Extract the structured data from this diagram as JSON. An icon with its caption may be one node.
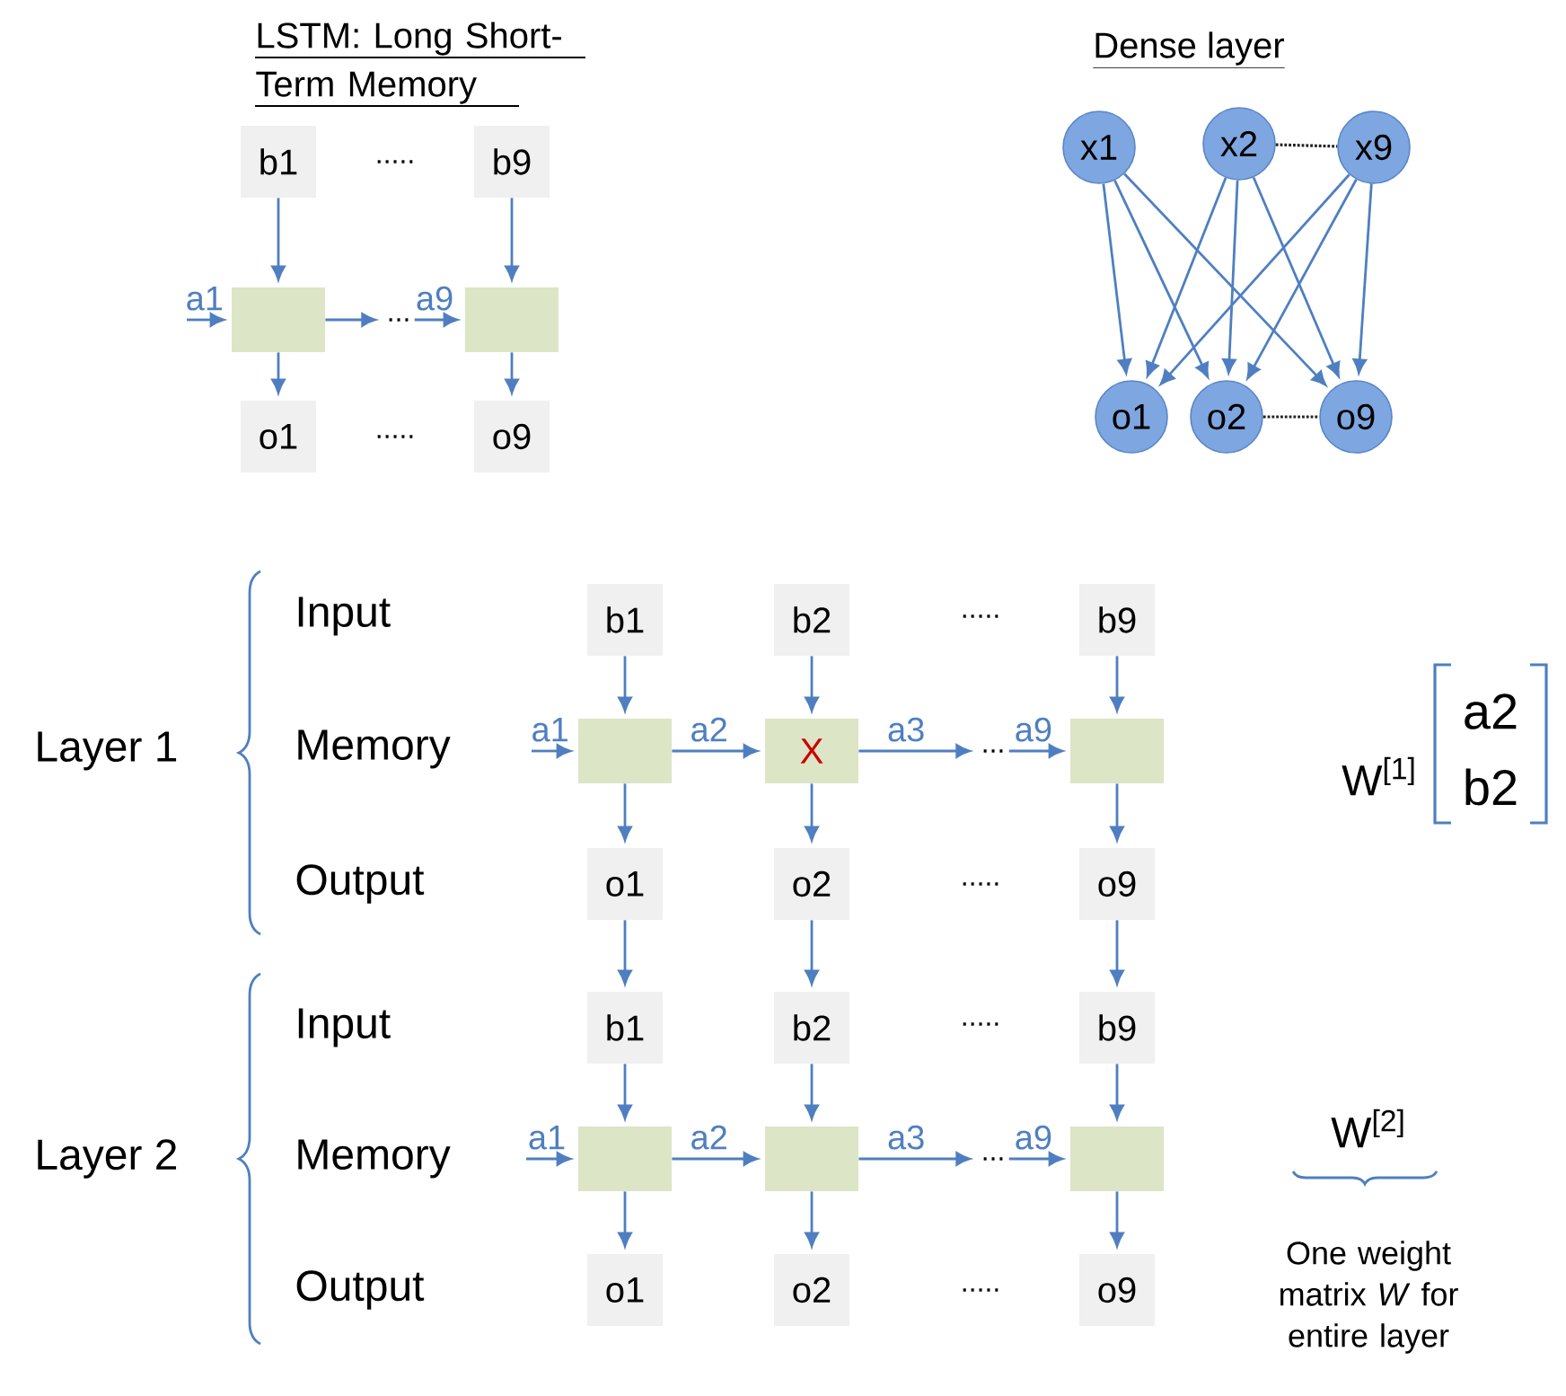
{
  "diagram": {
    "nodes": [
      {
        "text": [
          "b1"
        ]
      },
      {
        "text": [
          "b9"
        ]
      },
      {
        "text": [],
        "shape": "box"
      },
      {
        "text": [],
        "shape": "box"
      },
      {
        "text": [
          "o1"
        ]
      },
      {
        "text": [
          "o9"
        ]
      },
      {
        "text": [
          "x1"
        ]
      },
      {
        "text": [
          "x2"
        ]
      },
      {
        "text": [
          "x9"
        ]
      },
      {
        "text": [
          "o1"
        ]
      },
      {
        "text": [
          "o2"
        ]
      },
      {
        "text": [
          "o9"
        ]
      },
      {
        "text": [
          "b1"
        ]
      },
      {
        "text": [
          "b2"
        ]
      },
      {
        "text": [
          "b9"
        ]
      },
      {
        "text": [],
        "shape": "box"
      },
      {
        "text": [
          "X"
        ]
      },
      {
        "text": [],
        "shape": "box"
      },
      {
        "text": [
          "o1"
        ]
      },
      {
        "text": [
          "o2"
        ]
      },
      {
        "text": [
          "o9"
        ]
      },
      {
        "text": [
          "b1"
        ]
      },
      {
        "text": [
          "b2"
        ]
      },
      {
        "text": [
          "b9"
        ]
      },
      {
        "text": [],
        "shape": "box"
      },
      {
        "text": [],
        "shape": "box"
      },
      {
        "text": [],
        "shape": "box"
      },
      {
        "text": [
          "o1"
        ]
      },
      {
        "text": [
          "o2"
        ]
      },
      {
        "text": [
          "o9"
        ]
      },
      {
        "text": [
          "..."
        ]
      },
      {
        "text": [
          "..."
        ]
      },
      {
        "text": [
          "..."
        ]
      }
    ],
    "edges": [
      {
        "from": null,
        "to": 2,
        "arrow": "to",
        "label": "a1"
      },
      {
        "from": 0,
        "to": 2,
        "arrow": "to"
      },
      {
        "from": 1,
        "to": 3,
        "arrow": "to"
      },
      {
        "from": 2,
        "to": 4,
        "arrow": "to"
      },
      {
        "from": 3,
        "to": 5,
        "arrow": "to"
      },
      {
        "from": 2,
        "to": 30,
        "arrow": "to"
      },
      {
        "from": 30,
        "to": 3,
        "arrow": "to",
        "label": "a9"
      },
      {
        "from": 6,
        "to": 9,
        "arrow": "to"
      },
      {
        "from": 6,
        "to": 10,
        "arrow": "to"
      },
      {
        "from": 6,
        "to": 11,
        "arrow": "to"
      },
      {
        "from": 7,
        "to": 9,
        "arrow": "to"
      },
      {
        "from": 7,
        "to": 10,
        "arrow": "to"
      },
      {
        "from": 7,
        "to": 11,
        "arrow": "to"
      },
      {
        "from": 8,
        "to": 9,
        "arrow": "to"
      },
      {
        "from": 8,
        "to": 10,
        "arrow": "to"
      },
      {
        "from": 8,
        "to": 11,
        "arrow": "to"
      },
      {
        "from": 7,
        "to": 8,
        "arrow": "none",
        "style": "dashed",
        "color": "#222222"
      },
      {
        "from": 10,
        "to": 11,
        "arrow": "none",
        "style": "dashed",
        "color": "#222222"
      },
      {
        "from": null,
        "to": 15,
        "arrow": "to",
        "label": "a1"
      },
      {
        "from": 15,
        "to": 16,
        "arrow": "to",
        "label": "a2"
      },
      {
        "from": 16,
        "to": 31,
        "arrow": "to",
        "label": "a3"
      },
      {
        "from": 31,
        "to": 17,
        "arrow": "to",
        "label": "a9"
      },
      {
        "from": 12,
        "to": 15,
        "arrow": "to"
      },
      {
        "from": 13,
        "to": 16,
        "arrow": "to"
      },
      {
        "from": 14,
        "to": 17,
        "arrow": "to"
      },
      {
        "from": 15,
        "to": 18,
        "arrow": "to"
      },
      {
        "from": 16,
        "to": 19,
        "arrow": "to"
      },
      {
        "from": 17,
        "to": 20,
        "arrow": "to"
      },
      {
        "from": 18,
        "to": 21,
        "arrow": "to"
      },
      {
        "from": 19,
        "to": 22,
        "arrow": "to"
      },
      {
        "from": 20,
        "to": 23,
        "arrow": "to"
      },
      {
        "from": null,
        "to": 24,
        "arrow": "to",
        "label": "a1"
      },
      {
        "from": 24,
        "to": 25,
        "arrow": "to",
        "label": "a2"
      },
      {
        "from": 25,
        "to": 32,
        "arrow": "to",
        "label": "a3"
      },
      {
        "from": 32,
        "to": 26,
        "arrow": "to",
        "label": "a9"
      },
      {
        "from": 21,
        "to": 24,
        "arrow": "to"
      },
      {
        "from": 22,
        "to": 25,
        "arrow": "to"
      },
      {
        "from": 23,
        "to": 26,
        "arrow": "to"
      },
      {
        "from": 24,
        "to": 27,
        "arrow": "to"
      },
      {
        "from": 25,
        "to": 28,
        "arrow": "to"
      },
      {
        "from": 26,
        "to": 29,
        "arrow": "to"
      }
    ],
    "labels": [
      "LSTM: Long Short-Term Memory",
      ".....",
      ".....",
      "Dense layer",
      "Input",
      "Memory",
      "Output",
      "Layer 1",
      ".....",
      ".....",
      "W$^{[1]}$",
      "a2",
      "b2",
      "Input",
      "Memory",
      "Output",
      "Layer 2",
      ".....",
      ".....",
      "W$^{[2]}$",
      "One weight matrix *W* for entire layer"
    ]
  }
}
